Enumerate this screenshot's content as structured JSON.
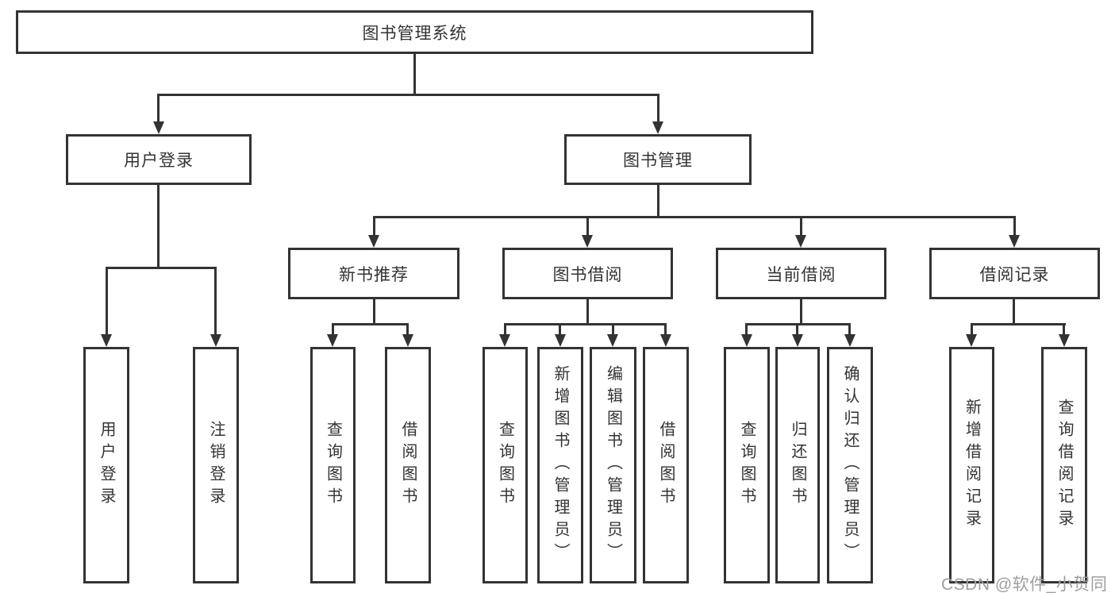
{
  "nodes": {
    "root": "图书管理系统",
    "user_login": "用户登录",
    "book_mgmt": "图书管理",
    "new_book_rec": "新书推荐",
    "book_borrow": "图书借阅",
    "current_borrow": "当前借阅",
    "borrow_record": "借阅记录",
    "leaf_user_login": "用户登录",
    "leaf_logout": "注销登录",
    "leaf_rec_query": "查询图书",
    "leaf_rec_borrow": "借阅图书",
    "leaf_bb_query": "查询图书",
    "leaf_bb_add": "新增图书（管理员）",
    "leaf_bb_edit": "编辑图书（管理员）",
    "leaf_bb_borrow": "借阅图书",
    "leaf_cb_query": "查询图书",
    "leaf_cb_return": "归还图书",
    "leaf_cb_confirm": "确认归还（管理员）",
    "leaf_br_add": "新增借阅记录",
    "leaf_br_query": "查询借阅记录"
  },
  "watermark": "CSDN @软件_小贺同学",
  "colors": {
    "line": "#333333",
    "text": "#333333",
    "watermark": "#9f9f9f",
    "background": "#ffffff"
  }
}
